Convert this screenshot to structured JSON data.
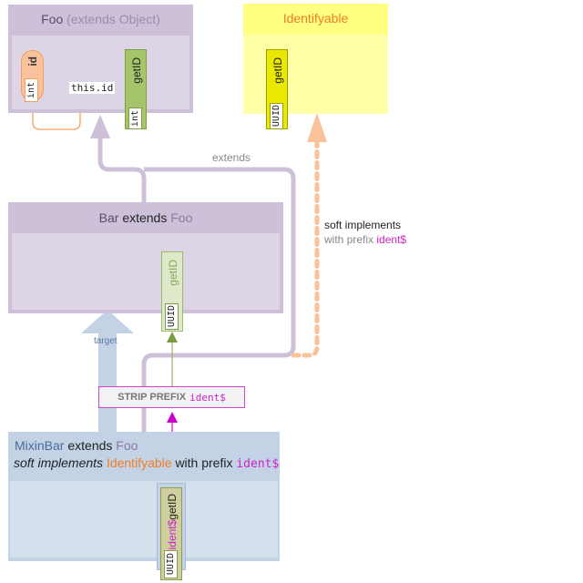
{
  "diagram": {
    "foo": {
      "name": "Foo",
      "extends_note": "(extends Object)",
      "field": {
        "name": "id",
        "type": "int"
      },
      "method": {
        "name": "getID",
        "type": "int"
      },
      "link_label": "this.id"
    },
    "identifyable": {
      "name": "Identifyable",
      "method": {
        "name": "getID",
        "type": "UUID"
      }
    },
    "bar": {
      "name": "Bar",
      "keyword": "extends",
      "parent": "Foo",
      "method": {
        "name": "getID",
        "type": "UUID"
      }
    },
    "mixinbar": {
      "name": "MixinBar",
      "keyword": "extends",
      "parent": "Foo",
      "line2_soft": "soft implements",
      "line2_iface": "Identifyable",
      "line2_with": "with prefix",
      "line2_prefix": "ident$",
      "method": {
        "prefix": "ident$",
        "name": "getID",
        "type": "UUID"
      }
    },
    "edges": {
      "extends_label": "extends",
      "target_label": "target",
      "soft_impl_label": "soft implements",
      "soft_impl_with": "with prefix",
      "soft_impl_prefix": "ident$"
    },
    "strip": {
      "label": "STRIP PREFIX",
      "prefix": "ident$"
    },
    "colors": {
      "class_header": "#cdc1da",
      "class_body": "#ddd5e6",
      "iface_header": "#ffff80",
      "iface_body": "#ffffa8",
      "mixin_header": "#c3d3e5",
      "mixin_body": "#d5e0ed",
      "orange": "#f07d28",
      "magenta": "#cc22cc",
      "method_green": "#a6c46a",
      "method_green_light": "#dde9c8",
      "method_yellow": "#e8e800",
      "method_olive": "#cfcfa0"
    }
  }
}
